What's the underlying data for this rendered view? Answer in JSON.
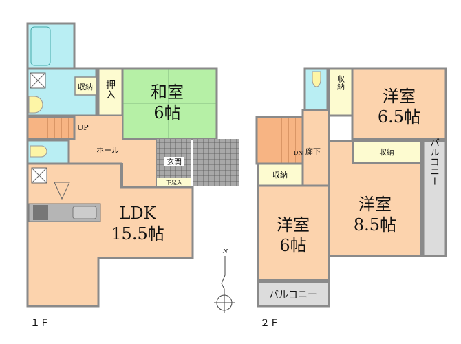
{
  "colors": {
    "room": "#fcd3ad",
    "tatami": "#b6f0a6",
    "wet": "#b9eef3",
    "storage": "#fdfbd0",
    "stairs": "#f7b483",
    "balcony": "#dcdcdc",
    "wall": "#8a8a8a",
    "entrance_tile": "#9e9e9e"
  },
  "floor1": {
    "label": "１Ｆ",
    "washitsu": {
      "name": "和室",
      "size": "6帖"
    },
    "oshiire": "押入",
    "storage": "収納",
    "stairs_up": "UP",
    "hall": "ホール",
    "genkan": "玄関",
    "shoe_cabinet": "下足入",
    "ldk": {
      "name": "LDK",
      "size": "15.5帖"
    }
  },
  "floor2": {
    "label": "２Ｆ",
    "room_65": {
      "name": "洋室",
      "size": "6.5帖"
    },
    "room_85": {
      "name": "洋室",
      "size": "8.5帖"
    },
    "room_6": {
      "name": "洋室",
      "size": "6帖"
    },
    "storage_a": "収納",
    "storage_b": "収納",
    "storage_c": "収納",
    "stairs_down": "DN",
    "corridor": "廊下",
    "balcony_right": "バルコニー",
    "balcony_bottom": "バルコニー"
  },
  "compass": {
    "north": "N"
  }
}
